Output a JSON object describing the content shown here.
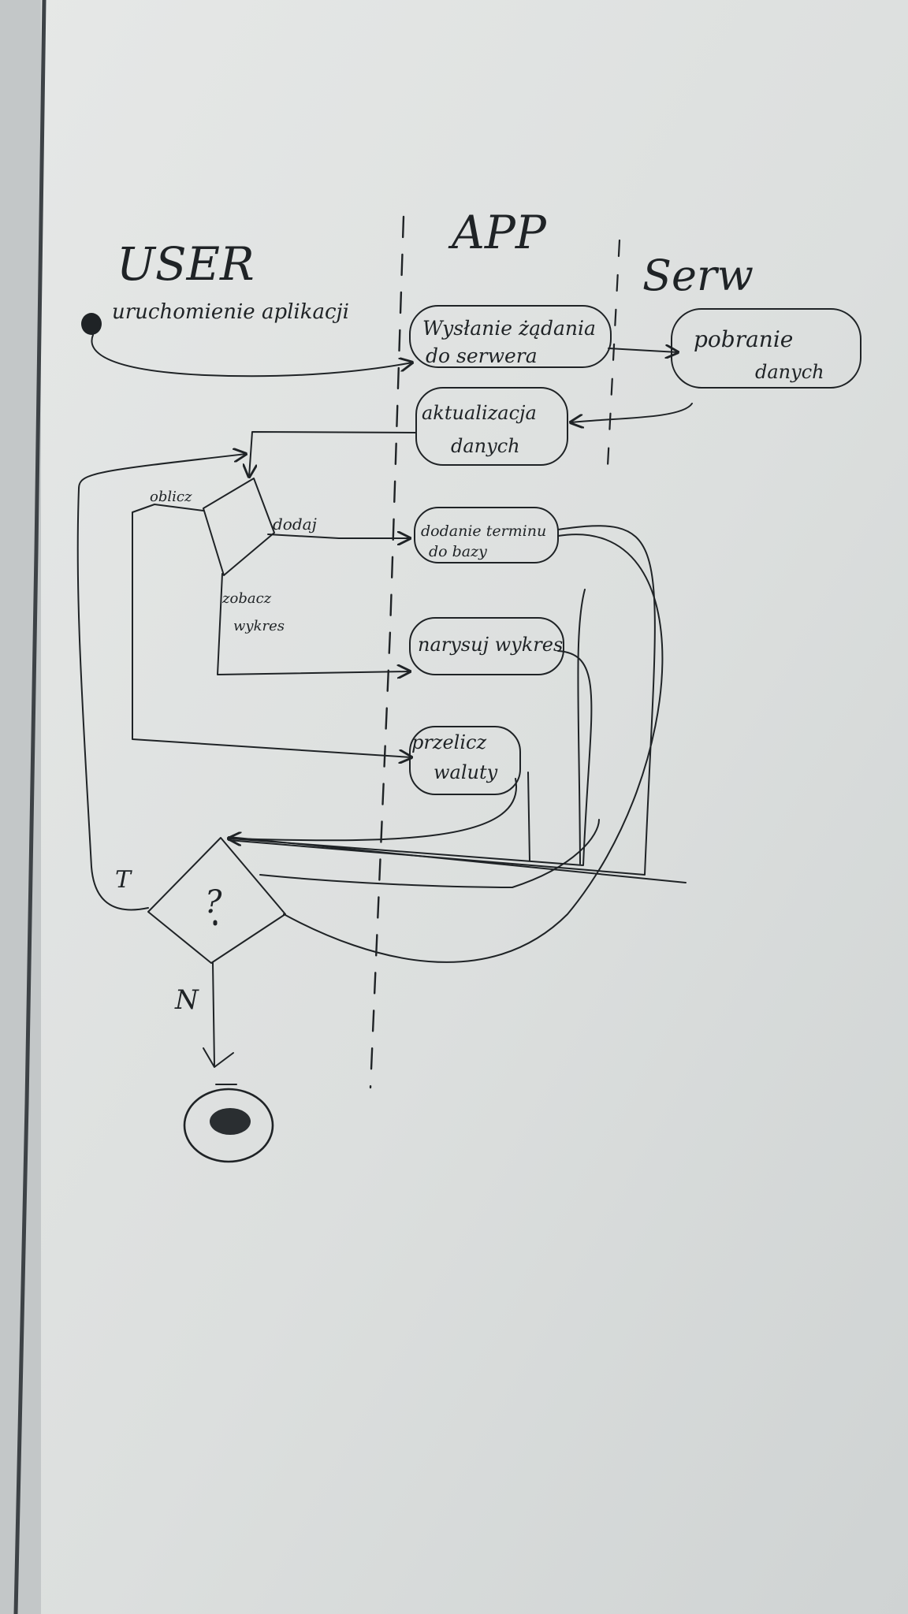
{
  "lanes": {
    "user": "USER",
    "app": "APP",
    "server": "Serw"
  },
  "start_label": "uruchomienie aplikacji",
  "actions": {
    "request": [
      "Wysłanie żądania",
      "do serwera"
    ],
    "fetch": [
      "pobranie",
      "danych"
    ],
    "update": [
      "aktualizacja",
      "danych"
    ],
    "add": [
      "dodanie terminu",
      "do bazy"
    ],
    "chart": [
      "narysuj wykres"
    ],
    "calc": [
      "przelicz",
      "waluty"
    ]
  },
  "branch_labels": {
    "calc": "oblicz",
    "add": "dodaj",
    "chart": [
      "zobacz",
      "wykres"
    ]
  },
  "decision": {
    "symbol": "?",
    "yes": "T",
    "no": "N"
  },
  "colors": {
    "ink": "#1f2326",
    "board": "#dfe2e1"
  }
}
